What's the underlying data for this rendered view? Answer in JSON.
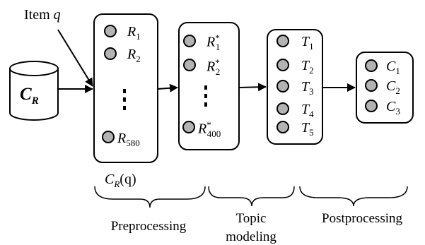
{
  "input": {
    "label": "Item",
    "var": "q"
  },
  "database": {
    "main": "C",
    "sub": "R"
  },
  "boxes": {
    "b1": {
      "r1": {
        "base": "R",
        "sub": "1"
      },
      "r2": {
        "base": "R",
        "sub": "2"
      },
      "r580": {
        "base": "R",
        "sub": "580"
      },
      "caption": {
        "base": "C",
        "sub": "R",
        "arg": "(q)"
      }
    },
    "b2": {
      "r1": {
        "base": "R",
        "sub": "1",
        "sup": "*"
      },
      "r2": {
        "base": "R",
        "sub": "2",
        "sup": "*"
      },
      "r400": {
        "base": "R",
        "sub": "400",
        "sup": "*"
      }
    },
    "b3": {
      "t1": {
        "base": "T",
        "sub": "1"
      },
      "t2": {
        "base": "T",
        "sub": "2"
      },
      "t3": {
        "base": "T",
        "sub": "3"
      },
      "t4": {
        "base": "T",
        "sub": "4"
      },
      "t5": {
        "base": "T",
        "sub": "5"
      }
    },
    "b4": {
      "c1": {
        "base": "C",
        "sub": "1"
      },
      "c2": {
        "base": "C",
        "sub": "2"
      },
      "c3": {
        "base": "C",
        "sub": "3"
      }
    }
  },
  "stages": {
    "preprocessing": "Preprocessing",
    "topic_line1": "Topic",
    "topic_line2": "modeling",
    "postprocessing": "Postprocessing"
  },
  "colors": {
    "circle_fill": "#b3b3b3",
    "stroke": "#000000"
  }
}
